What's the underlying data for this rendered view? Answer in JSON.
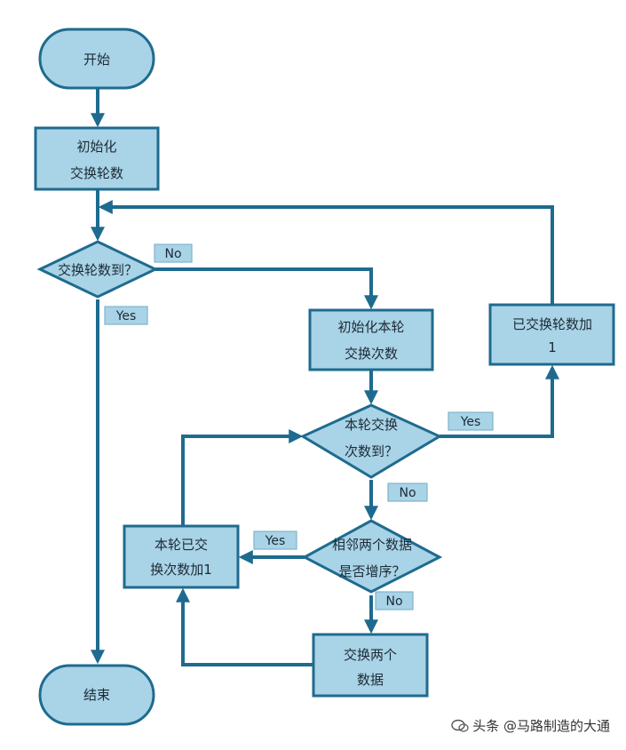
{
  "nodes": {
    "start": [
      "开始"
    ],
    "init_rounds": [
      "初始化",
      "交换轮数"
    ],
    "rounds_done": [
      "交换轮数到？"
    ],
    "init_swaps": [
      "初始化本轮",
      "交换次数"
    ],
    "inc_rounds": [
      "已交换轮数加",
      "1"
    ],
    "swaps_done": [
      "本轮交换",
      "次数到？"
    ],
    "inc_swaps": [
      "本轮已交",
      "换次数加1"
    ],
    "compare": [
      "相邻两个数据",
      "是否增序？"
    ],
    "swap": [
      "交换两个",
      "数据"
    ],
    "end": [
      "结束"
    ]
  },
  "labels": {
    "no1": "No",
    "yes1": "Yes",
    "yes2": "Yes",
    "no2": "No",
    "yes3": "Yes",
    "no3": "No"
  },
  "watermark": "头条 @马路制造的大通",
  "colors": {
    "fill": "#a9d3e6",
    "stroke": "#1e6b8f"
  }
}
